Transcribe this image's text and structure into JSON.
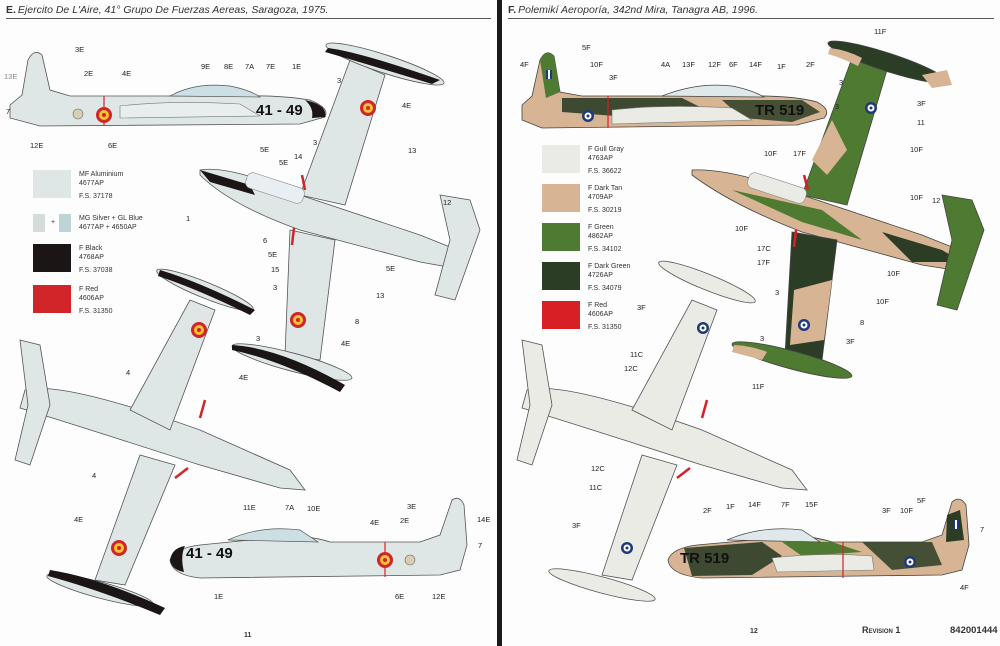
{
  "left_page": {
    "header_letter": "E.",
    "header_text": "Ejercito De L'Aire, 41° Grupo De Fuerzas Aereas, Saragoza, 1975.",
    "page_number": "11",
    "serial_marking": "41 - 49",
    "legend": [
      {
        "name": "MF Aluminium",
        "code": "4677AP",
        "fs": "F.S. 37178",
        "color": "#dfe6e6"
      },
      {
        "name": "MG Silver + GL Blue",
        "code": "4677AP + 4650AP",
        "fs": "",
        "color": "#d4dddb",
        "color2": "#bcd4d6",
        "plus": "+"
      },
      {
        "name": "F Black",
        "code": "4768AP",
        "fs": "F.S. 37038",
        "color": "#1b1516"
      },
      {
        "name": "F Red",
        "code": "4606AP",
        "fs": "F.S. 31350",
        "color": "#d0262a"
      }
    ],
    "side_view_top_callouts": [
      "3E",
      "13E",
      "2E",
      "4E",
      "9E",
      "8E",
      "7A",
      "7E",
      "1E",
      "7",
      "12E",
      "6E",
      "5E"
    ],
    "top_view_callouts": [
      "3",
      "4E",
      "3",
      "13",
      "14",
      "5E",
      "1",
      "12",
      "6",
      "5E",
      "15",
      "3",
      "5E",
      "13",
      "8",
      "4E",
      "3"
    ],
    "bottom_view_callouts": [
      "4",
      "4E",
      "4",
      "4E"
    ],
    "side_view_bottom_callouts": [
      "11E",
      "7A",
      "10E",
      "4E",
      "3E",
      "2E",
      "14E",
      "7",
      "1E",
      "6E",
      "12E"
    ],
    "colors": {
      "aluminium": "#dfe6e6",
      "light_blue": "#c9dcdf",
      "black": "#1b1516",
      "red": "#d0262a",
      "yellow": "#f2c230"
    }
  },
  "right_page": {
    "header_letter": "F.",
    "header_text": "Polemikí Aeroporía, 342nd Mira, Tanagra AB, 1996.",
    "page_number": "12",
    "revision": "Revision 1",
    "document_code": "842001444",
    "serial_marking": "TR 519",
    "legend": [
      {
        "name": "F Gull Gray",
        "code": "4763AP",
        "fs": "F.S. 36622",
        "color": "#e9ebe4"
      },
      {
        "name": "F Dark Tan",
        "code": "4709AP",
        "fs": "F.S. 30219",
        "color": "#d7b493"
      },
      {
        "name": "F Green",
        "code": "4862AP",
        "fs": "F.S. 34102",
        "color": "#4f7a31"
      },
      {
        "name": "F Dark Green",
        "code": "4726AP",
        "fs": "F.S. 34079",
        "color": "#2c3d26"
      },
      {
        "name": "F Red",
        "code": "4606AP",
        "fs": "F.S. 31350",
        "color": "#d81f26"
      }
    ],
    "side_view_top_callouts": [
      "4F",
      "5F",
      "10F",
      "3F",
      "4A",
      "13F",
      "12F",
      "6F",
      "14F",
      "1F",
      "2F"
    ],
    "top_view_callouts": [
      "11F",
      "3",
      "3",
      "3F",
      "11",
      "10F",
      "10F",
      "17F",
      "10F",
      "12",
      "10F",
      "17C",
      "17F",
      "10F",
      "3",
      "10F",
      "8",
      "3F",
      "3",
      "11F"
    ],
    "bottom_view_callouts": [
      "3F",
      "11C",
      "12C",
      "12C",
      "11C",
      "3F"
    ],
    "side_view_bottom_callouts": [
      "2F",
      "1F",
      "14F",
      "7F",
      "15F",
      "3F",
      "10F",
      "5F",
      "7",
      "4F"
    ],
    "colors": {
      "gull_gray": "#e9ebe4",
      "dark_tan": "#d7b493",
      "green": "#4f7a31",
      "dark_green": "#2c3d26",
      "red": "#d81f26",
      "roundel_blue": "#1f3a7a"
    }
  }
}
